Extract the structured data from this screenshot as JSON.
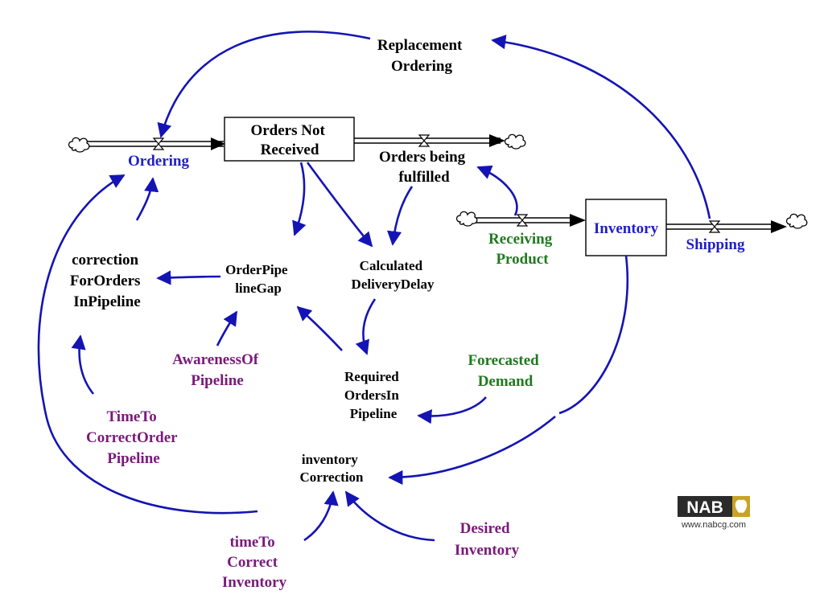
{
  "stocks": {
    "orders_not_received": [
      "Orders Not",
      "Received"
    ],
    "inventory": [
      "Inventory"
    ]
  },
  "flows": {
    "ordering": [
      "Ordering"
    ],
    "orders_being_fulfilled": [
      "Orders being",
      "fulfilled"
    ],
    "receiving_product": [
      "Receiving",
      "Product"
    ],
    "shipping": [
      "Shipping"
    ]
  },
  "variables": {
    "replacement_ordering": [
      "Replacement",
      "Ordering"
    ],
    "correction_for_orders_in_pipeline": [
      "correction",
      "ForOrders",
      "InPipeline"
    ],
    "order_pipeline_gap": [
      "OrderPipe",
      "lineGap"
    ],
    "calculated_delivery_delay": [
      "Calculated",
      "DeliveryDelay"
    ],
    "required_orders_in_pipeline": [
      "Required",
      "OrdersIn",
      "Pipeline"
    ],
    "inventory_correction": [
      "inventory",
      "Correction"
    ]
  },
  "parameters": {
    "awareness_of_pipeline": [
      "AwarenessOf",
      "Pipeline"
    ],
    "time_to_correct_order_pipeline": [
      "TimeTo",
      "CorrectOrder",
      "Pipeline"
    ],
    "forecasted_demand": [
      "Forecasted",
      "Demand"
    ],
    "time_to_correct_inventory": [
      "timeTo",
      "Correct",
      "Inventory"
    ],
    "desired_inventory": [
      "Desired",
      "Inventory"
    ]
  },
  "logo": {
    "brand": "NAB",
    "url": "www.nabcg.com"
  },
  "colors": {
    "link": "#1414b4",
    "flow_label": "#1f1fc4",
    "exogenous": "#1f7a1f",
    "parameter": "#7a1a7a",
    "text": "#000000"
  }
}
